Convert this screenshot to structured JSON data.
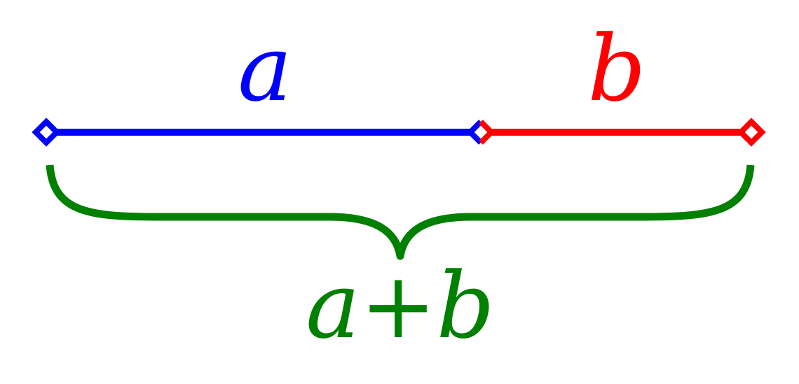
{
  "labels": {
    "segment_a": "a",
    "segment_b": "b",
    "sum": "a+b"
  },
  "colors": {
    "segment_a": "#0000ff",
    "segment_b": "#ff0000",
    "brace": "#008000",
    "background": "#ffffff"
  }
}
